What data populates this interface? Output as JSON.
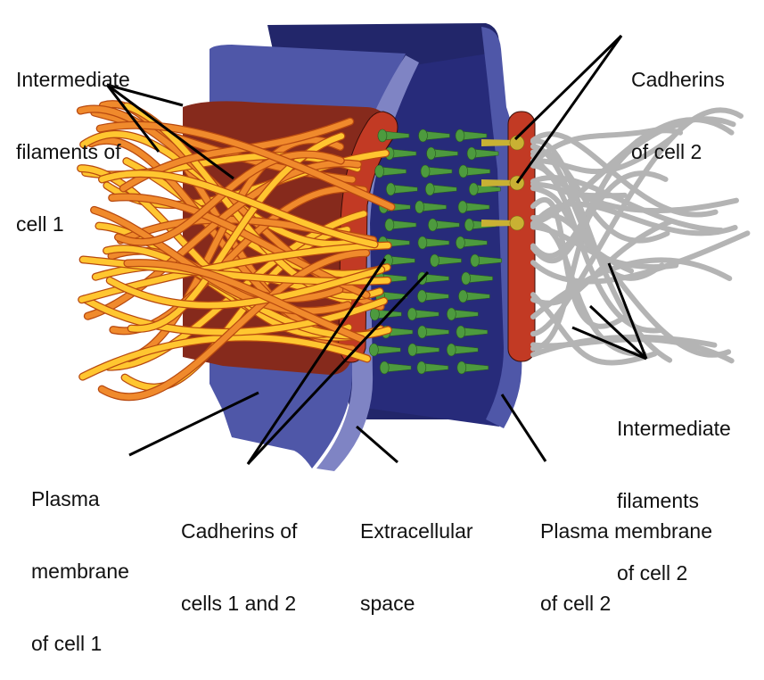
{
  "title": "Cadherin cell junction between cell 1 and cell 2",
  "colors": {
    "membrane_light": "#4f57a8",
    "membrane_edge": "#7f84c4",
    "extracellular": "#272b78",
    "back_wall": "#1f2260",
    "cytoplasm_cell1": "#862a1c",
    "plaque_red": "#c23a24",
    "filament_orange": "#f08a2c",
    "filament_yellow": "#ffc630",
    "filament_gray": "#b4b4b4",
    "cadherin_green": "#4d9a3e",
    "cadherin_yellow": "#c9b133",
    "leader_line": "#000000"
  },
  "labels": {
    "if_cell1": [
      "Intermediate",
      "filaments of",
      "cell 1"
    ],
    "cad_cell2": [
      "Cadherins",
      "of cell 2"
    ],
    "pm_cell1": [
      "Plasma",
      "membrane",
      "of cell 1"
    ],
    "cad_both": [
      "Cadherins of",
      "cells 1 and 2"
    ],
    "extracellular": [
      "Extracellular",
      "space"
    ],
    "pm_cell2": [
      "Plasma membrane",
      "of cell 2"
    ],
    "if_cell2": [
      "Intermediate",
      "filaments",
      "of cell 2"
    ]
  }
}
